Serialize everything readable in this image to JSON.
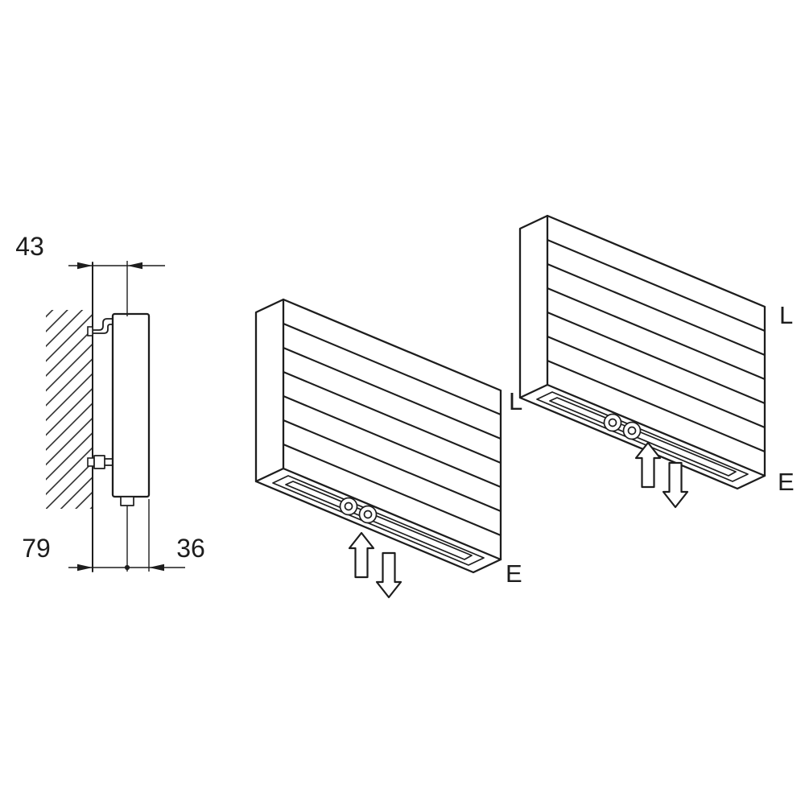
{
  "colors": {
    "ink": "#1d1d1d",
    "background": "#ffffff"
  },
  "side_view": {
    "dim_top": "43",
    "dim_bottom_left": "79",
    "dim_bottom_right": "36"
  },
  "iso_view_front": {
    "label_top": "L",
    "label_bottom": "E"
  },
  "iso_view_back": {
    "label_top": "L",
    "label_bottom": "E"
  }
}
